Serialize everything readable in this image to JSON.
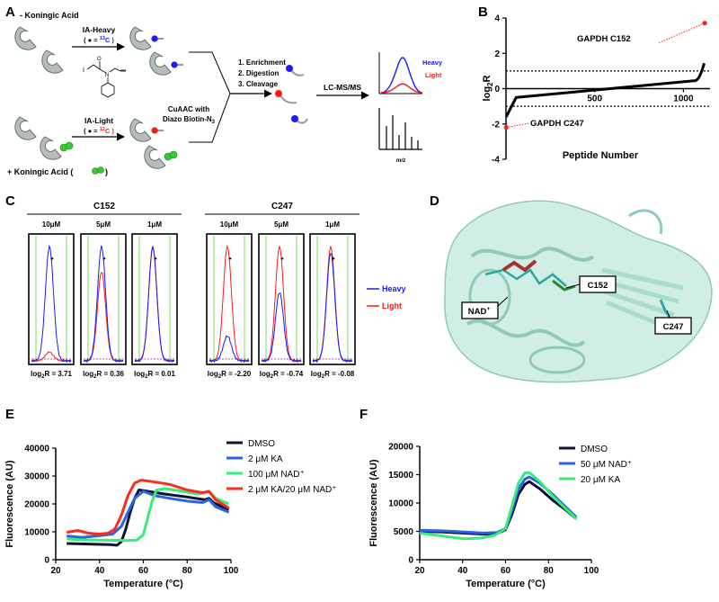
{
  "panels": {
    "A": {
      "letter": "A",
      "minus_label": "- Koningic Acid",
      "plus_label": "+ Koningic Acid (",
      "plus_label_end": ")",
      "heavy_label": "IA-Heavy",
      "heavy_iso_prefix": "( ● = ",
      "heavy_iso": "13",
      "heavy_iso_end": "C )",
      "light_label": "IA-Light",
      "light_iso_prefix": "( ● = ",
      "light_iso": "12",
      "light_iso_end": "C )",
      "cuaac_1": "CuAAC with",
      "cuaac_2": "Diazo Biotin-N",
      "cuaac_sub": "3",
      "steps": [
        "1. Enrichment",
        "2. Digestion",
        "3. Cleavage"
      ],
      "lcms": "LC-MS/MS",
      "legend_heavy": "Heavy",
      "legend_light": "Light",
      "mz": "m/z",
      "colors": {
        "heavy": "#1a1aff",
        "light": "#ff1a1a",
        "ka": "#33cc33",
        "protein": "#b4bcbc"
      }
    },
    "B": {
      "letter": "B",
      "ylabel_main": "log",
      "ylabel_sub": "2",
      "ylabel_end": "R",
      "xlabel": "Peptide Number",
      "annot_top": "GAPDH C152",
      "annot_bottom": "GAPDH C247"
    },
    "C": {
      "letter": "C",
      "group_left": "C152",
      "group_right": "C247",
      "legend_heavy": "Heavy",
      "legend_light": "Light",
      "log_prefix": "log",
      "log_sub": "2",
      "log_mid": "R = ",
      "traces": [
        {
          "conc": "10μM",
          "ratio": "3.71"
        },
        {
          "conc": "5μM",
          "ratio": "0.36"
        },
        {
          "conc": "1μM",
          "ratio": "0.01"
        },
        {
          "conc": "10μM",
          "ratio": "-2.20"
        },
        {
          "conc": "5μM",
          "ratio": "-0.74"
        },
        {
          "conc": "1μM",
          "ratio": "-0.08"
        }
      ]
    },
    "D": {
      "letter": "D",
      "label_nad": "NAD",
      "label_nad_sup": "+",
      "label_c152": "C152",
      "label_c247": "C247"
    },
    "E": {
      "letter": "E"
    },
    "F": {
      "letter": "F"
    }
  },
  "chart_data": [
    {
      "type": "scatter",
      "panel": "B",
      "title": "",
      "xlabel": "Peptide Number",
      "ylabel": "log2R",
      "xlim": [
        0,
        1150
      ],
      "ylim": [
        -4,
        4
      ],
      "xticks": [
        500,
        1000
      ],
      "yticks": [
        -4,
        -2,
        0,
        2,
        4
      ],
      "threshold_lines": [
        1,
        -1
      ],
      "n_points": 1120,
      "highlighted": [
        {
          "label": "GAPDH C152",
          "x": 1120,
          "y": 3.71,
          "color": "#ff1a1a"
        },
        {
          "label": "GAPDH C247",
          "x": 1,
          "y": -2.2,
          "color": "#ff1a1a"
        }
      ]
    },
    {
      "type": "line",
      "panel": "E",
      "title": "",
      "xlabel": "Temperature (°C)",
      "ylabel": "Fluorescence (AU)",
      "xlim": [
        20,
        100
      ],
      "ylim": [
        0,
        40000
      ],
      "xticks": [
        20,
        40,
        60,
        80,
        100
      ],
      "yticks": [
        0,
        10000,
        20000,
        30000,
        40000
      ],
      "legend_position": "top-right",
      "series": [
        {
          "name": "DMSO",
          "color": "#111133",
          "points": [
            [
              25,
              5800
            ],
            [
              35,
              5600
            ],
            [
              45,
              5400
            ],
            [
              48,
              5200
            ],
            [
              50,
              6500
            ],
            [
              52,
              11000
            ],
            [
              54,
              17000
            ],
            [
              56,
              22000
            ],
            [
              58,
              25000
            ],
            [
              62,
              24500
            ],
            [
              70,
              23500
            ],
            [
              80,
              22500
            ],
            [
              88,
              21500
            ],
            [
              90,
              22000
            ],
            [
              92,
              20500
            ],
            [
              96,
              19000
            ],
            [
              99,
              18000
            ]
          ]
        },
        {
          "name": "2 μM KA",
          "color": "#2a62e8",
          "points": [
            [
              25,
              8500
            ],
            [
              32,
              8000
            ],
            [
              40,
              8600
            ],
            [
              46,
              9200
            ],
            [
              50,
              12000
            ],
            [
              53,
              17000
            ],
            [
              56,
              22000
            ],
            [
              60,
              24500
            ],
            [
              65,
              23000
            ],
            [
              72,
              22000
            ],
            [
              80,
              21000
            ],
            [
              87,
              20500
            ],
            [
              90,
              21500
            ],
            [
              93,
              19000
            ],
            [
              99,
              17000
            ]
          ]
        },
        {
          "name": "100 μM NAD⁺",
          "color": "#33ee77",
          "points": [
            [
              25,
              7500
            ],
            [
              30,
              7200
            ],
            [
              40,
              7000
            ],
            [
              52,
              6900
            ],
            [
              57,
              7000
            ],
            [
              60,
              9000
            ],
            [
              62,
              15000
            ],
            [
              64,
              21000
            ],
            [
              66,
              25000
            ],
            [
              70,
              25500
            ],
            [
              78,
              24500
            ],
            [
              85,
              23500
            ],
            [
              90,
              24500
            ],
            [
              93,
              22000
            ],
            [
              99,
              20000
            ]
          ]
        },
        {
          "name": "2 μM KA/20 μM NAD⁺",
          "color": "#ff2a1a",
          "points": [
            [
              25,
              9800
            ],
            [
              30,
              10500
            ],
            [
              35,
              9500
            ],
            [
              40,
              9200
            ],
            [
              44,
              9500
            ],
            [
              47,
              11000
            ],
            [
              50,
              16000
            ],
            [
              53,
              23000
            ],
            [
              56,
              27500
            ],
            [
              59,
              28500
            ],
            [
              64,
              28000
            ],
            [
              72,
              27000
            ],
            [
              80,
              25000
            ],
            [
              87,
              24000
            ],
            [
              90,
              24500
            ],
            [
              93,
              21500
            ],
            [
              99,
              18500
            ]
          ]
        }
      ]
    },
    {
      "type": "line",
      "panel": "F",
      "title": "",
      "xlabel": "Temperature (°C)",
      "ylabel": "Fluorescence (AU)",
      "xlim": [
        20,
        100
      ],
      "ylim": [
        0,
        20000
      ],
      "xticks": [
        20,
        40,
        60,
        80,
        100
      ],
      "yticks": [
        0,
        5000,
        10000,
        15000,
        20000
      ],
      "legend_position": "top-right",
      "series": [
        {
          "name": "DMSO",
          "color": "#111133",
          "points": [
            [
              20,
              5000
            ],
            [
              30,
              4900
            ],
            [
              40,
              4700
            ],
            [
              50,
              4500
            ],
            [
              56,
              4600
            ],
            [
              60,
              5300
            ],
            [
              63,
              8000
            ],
            [
              66,
              11500
            ],
            [
              69,
              13300
            ],
            [
              71,
              13800
            ],
            [
              76,
              12500
            ],
            [
              82,
              10500
            ],
            [
              88,
              8800
            ],
            [
              93,
              7200
            ]
          ]
        },
        {
          "name": "50 μM NAD⁺",
          "color": "#2a62e8",
          "points": [
            [
              20,
              5200
            ],
            [
              30,
              5100
            ],
            [
              40,
              4900
            ],
            [
              50,
              4700
            ],
            [
              56,
              4800
            ],
            [
              60,
              5500
            ],
            [
              63,
              8800
            ],
            [
              66,
              12500
            ],
            [
              69,
              14200
            ],
            [
              71,
              14600
            ],
            [
              76,
              13500
            ],
            [
              82,
              11500
            ],
            [
              88,
              9300
            ],
            [
              93,
              7500
            ]
          ]
        },
        {
          "name": "20 μM KA",
          "color": "#33ee77",
          "points": [
            [
              20,
              4700
            ],
            [
              30,
              4200
            ],
            [
              40,
              3700
            ],
            [
              48,
              3800
            ],
            [
              55,
              4300
            ],
            [
              60,
              5500
            ],
            [
              63,
              9500
            ],
            [
              66,
              13500
            ],
            [
              69,
              15300
            ],
            [
              71,
              15400
            ],
            [
              76,
              13800
            ],
            [
              82,
              11200
            ],
            [
              88,
              9000
            ],
            [
              93,
              7200
            ]
          ]
        }
      ]
    }
  ]
}
